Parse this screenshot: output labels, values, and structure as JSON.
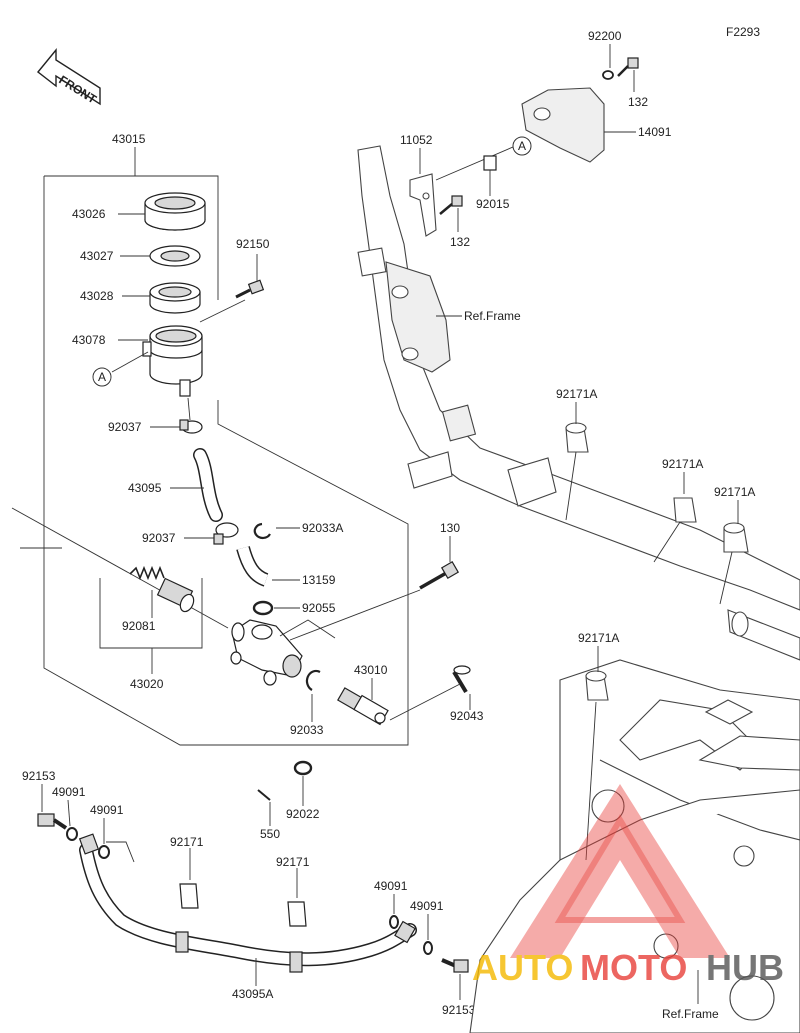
{
  "figure_code": "F2293",
  "front_label": "FRONT",
  "ref_frame_label": "Ref.Frame",
  "callout_letter": "A",
  "watermark": {
    "part1": "AUTO",
    "part2": "MOTO",
    "part3": "HUB",
    "color_red": "#e8403a",
    "color_orange": "#f5b800",
    "color_dark": "#555555"
  },
  "labels": {
    "p43015": "43015",
    "p43026": "43026",
    "p43027": "43027",
    "p43028": "43028",
    "p43078": "43078",
    "p92150": "92150",
    "p92037a": "92037",
    "p92037b": "92037",
    "p43095": "43095",
    "p92033A": "92033A",
    "p13159": "13159",
    "p92055": "92055",
    "p92081": "92081",
    "p43020": "43020",
    "p92033": "92033",
    "p130": "130",
    "p43010": "43010",
    "p92043": "92043",
    "p92022": "92022",
    "p550": "550",
    "p92153a": "92153",
    "p49091a": "49091",
    "p49091b": "49091",
    "p92171a": "92171",
    "p92171b": "92171",
    "p49091c": "49091",
    "p49091d": "49091",
    "p92153b": "92153",
    "p43095A": "43095A",
    "p92200": "92200",
    "p132a": "132",
    "p14091": "14091",
    "p11052": "11052",
    "p92015": "92015",
    "p132b": "132",
    "p92171A_1": "92171A",
    "p92171A_2": "92171A",
    "p92171A_3": "92171A",
    "p92171A_4": "92171A"
  }
}
